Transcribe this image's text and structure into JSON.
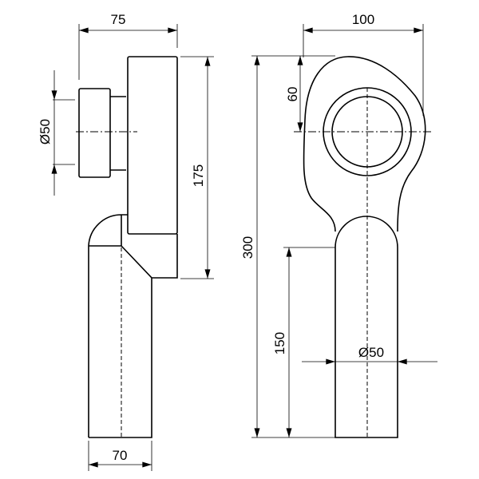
{
  "dimensions": {
    "side_width": "75",
    "side_inlet_diameter": "Ø50",
    "side_height": "175",
    "side_bottom_width": "70",
    "front_width": "100",
    "front_offset": "60",
    "front_total_height": "300",
    "front_pipe_height": "150",
    "front_pipe_diameter": "Ø50"
  }
}
